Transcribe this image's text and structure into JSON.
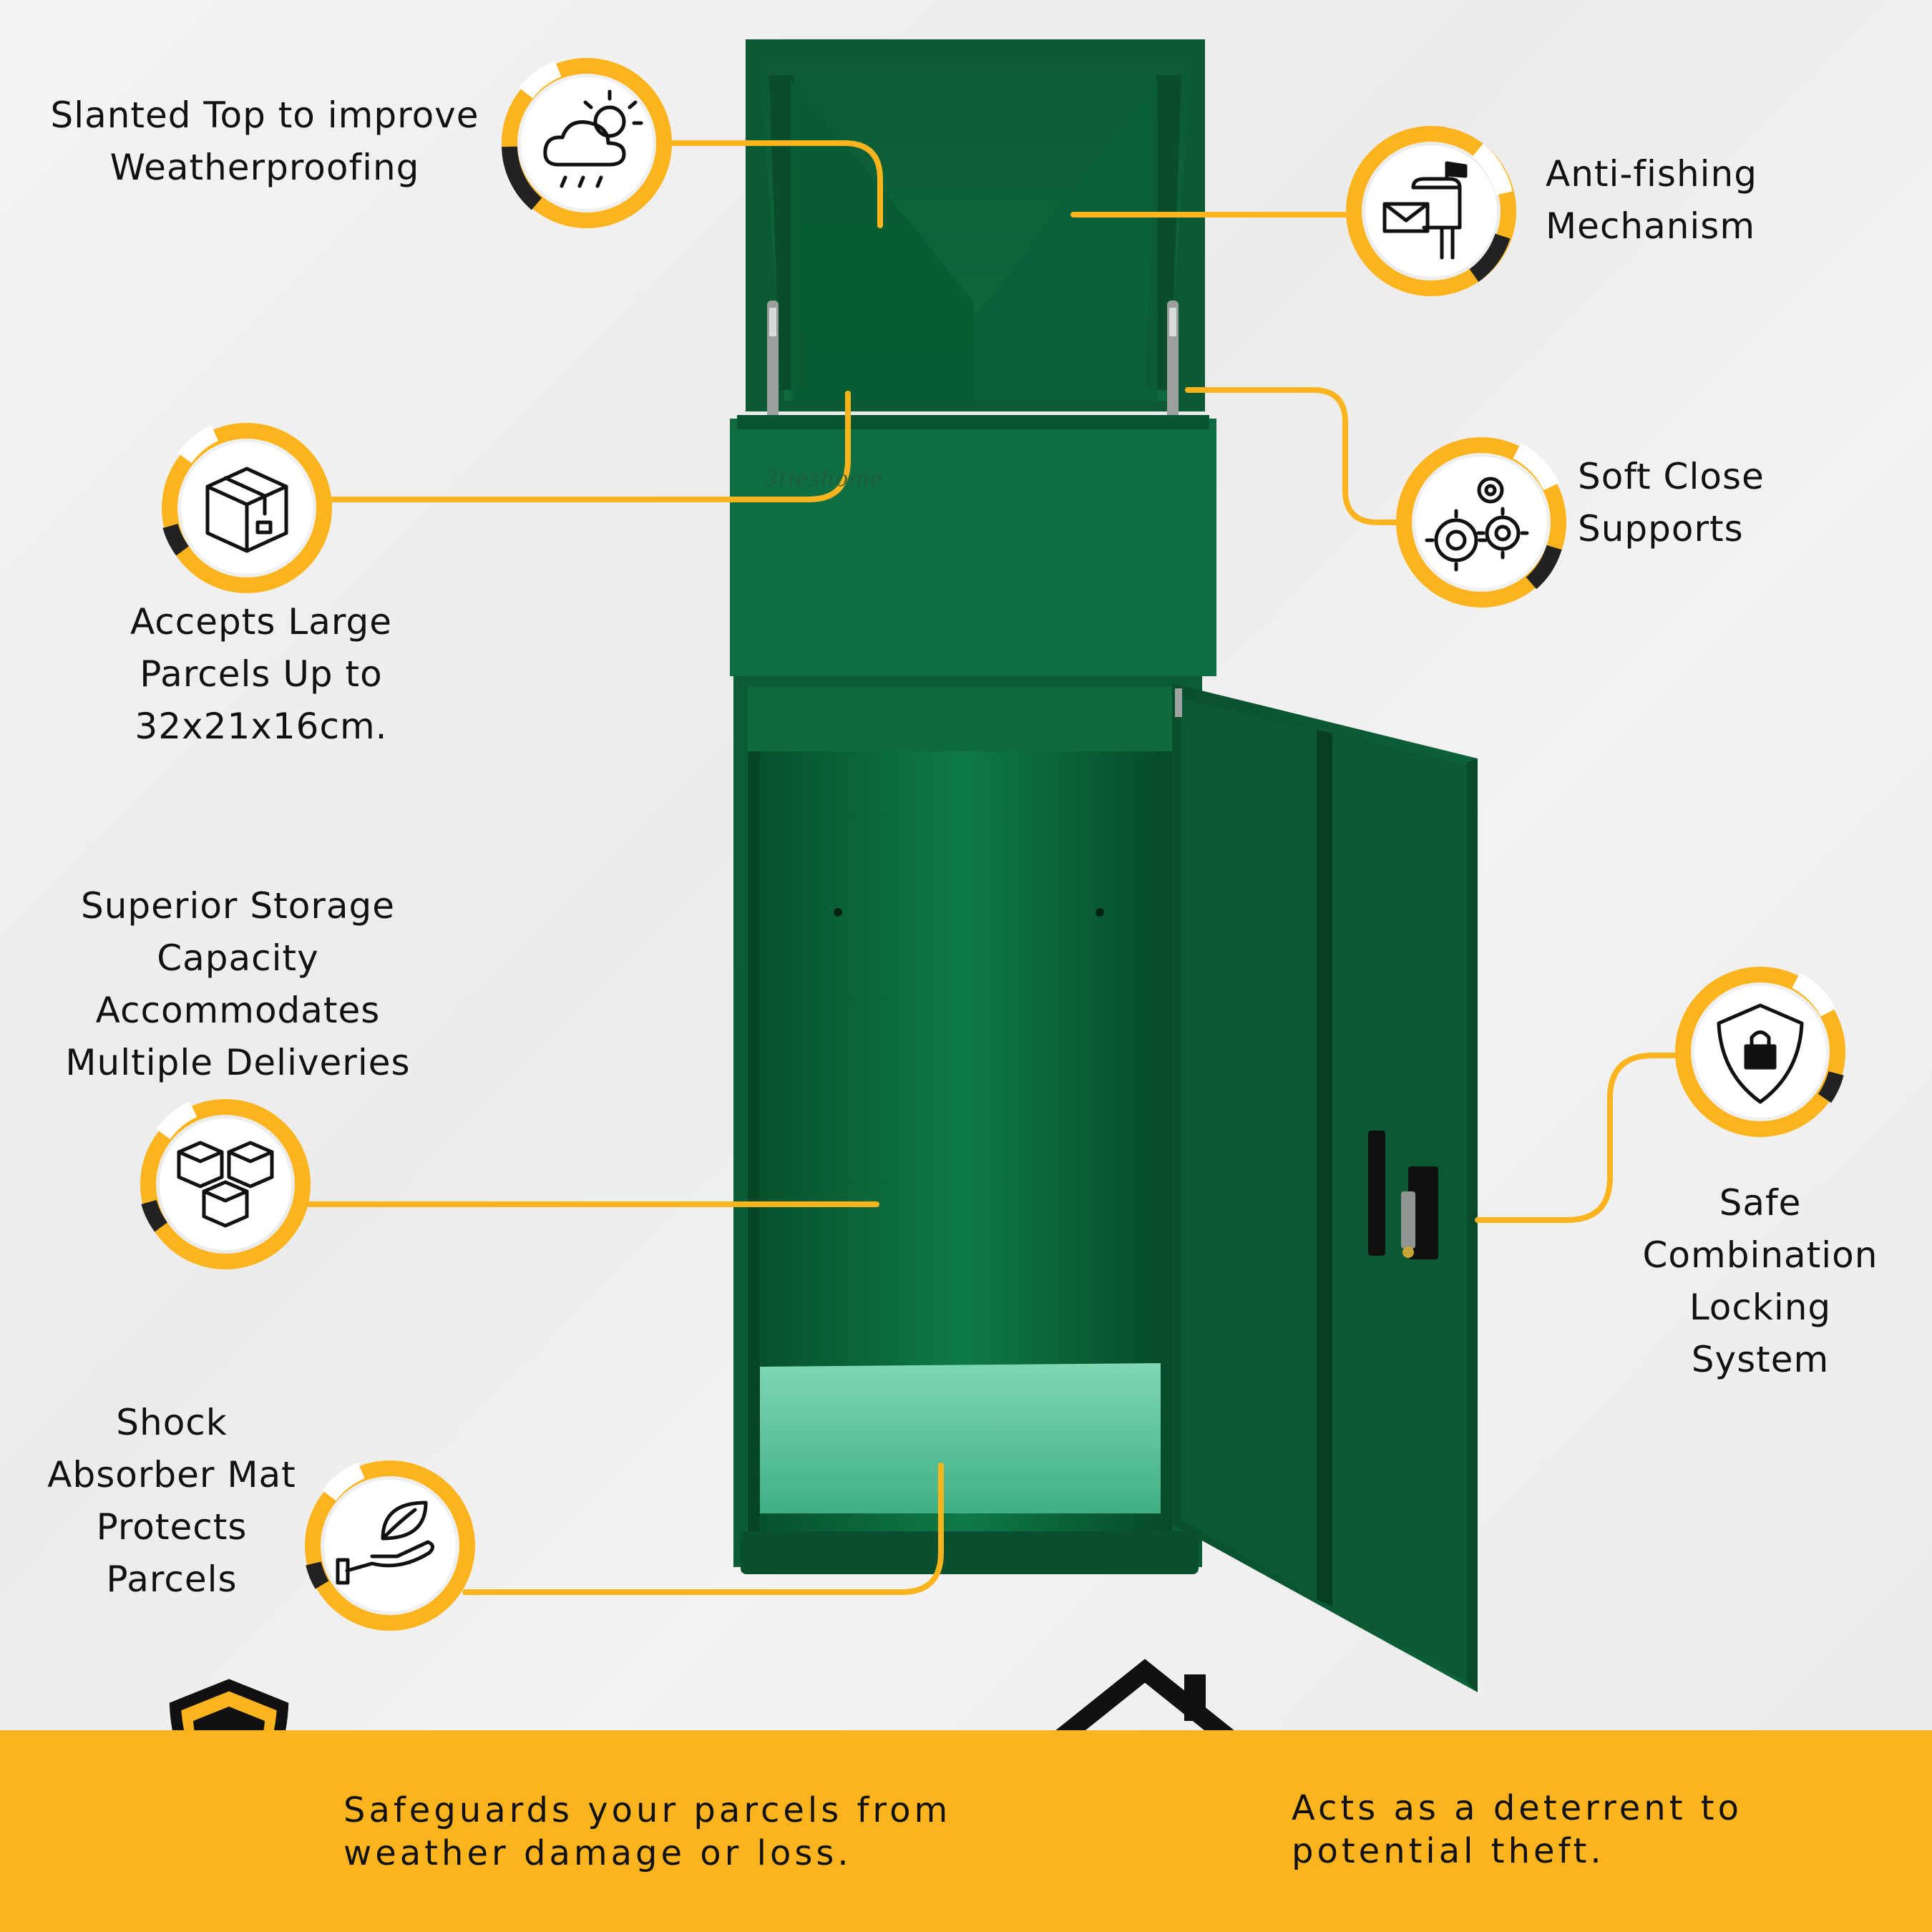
{
  "colors": {
    "accent": "#fbb41d",
    "box_green": "#0f6a3e",
    "box_dark": "#0a4f2d",
    "mat": "#5fc9a0",
    "connector": "#fbb41d",
    "icon_ring_dark": "#222222"
  },
  "product": {
    "brand_mark": "3tieshome"
  },
  "features": [
    {
      "icon": "weather-cloud-sun-rain-icon",
      "lines": [
        "Slanted Top to improve",
        "Weatherproofing"
      ]
    },
    {
      "icon": "mailbox-letter-icon",
      "lines": [
        "Anti-fishing",
        "Mechanism"
      ]
    },
    {
      "icon": "parcel-box-icon",
      "lines": [
        "Accepts Large",
        "Parcels Up to",
        "32x21x16cm."
      ]
    },
    {
      "icon": "gears-icon",
      "lines": [
        "Soft Close",
        "Supports"
      ]
    },
    {
      "icon": "stacked-boxes-icon",
      "lines": [
        "Superior Storage",
        "Capacity",
        "Accommodates",
        "Multiple Deliveries"
      ]
    },
    {
      "icon": "shield-lock-icon",
      "lines": [
        "Safe",
        "Combination",
        "Locking",
        "System"
      ]
    },
    {
      "icon": "hand-leaf-icon",
      "lines": [
        "Shock",
        "Absorber Mat",
        "Protects",
        "Parcels"
      ]
    }
  ],
  "banner": {
    "left": {
      "icon": "shield-check-hand-gear-icon",
      "lines": [
        "Safeguards your parcels from",
        "weather damage or loss."
      ]
    },
    "right": {
      "icon": "house-lock-icon",
      "lines": [
        "Acts as a deterrent to",
        "potential theft."
      ]
    }
  }
}
